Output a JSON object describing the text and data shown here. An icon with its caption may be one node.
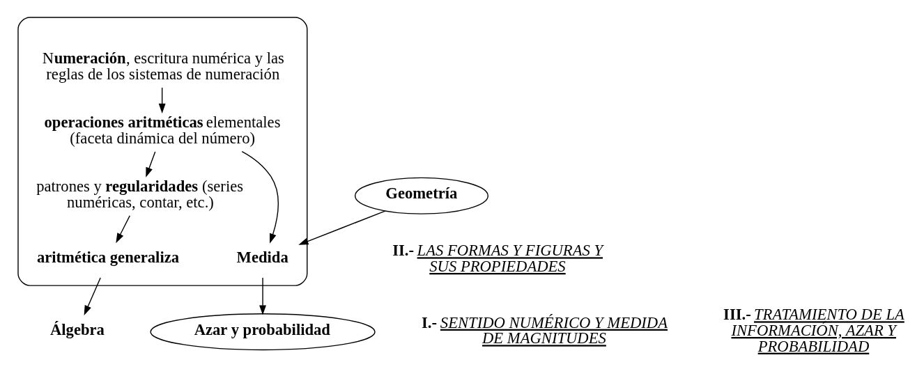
{
  "diagram": {
    "nodes": [
      {
        "text": [],
        "shape": "box"
      },
      {
        "text": [
          "N**umeración**, escritura numérica y las reglas de los sistemas de numeración"
        ],
        "in": 0
      },
      {
        "text": [
          "**operaciones aritméticas** elementales (faceta dinámica del número)"
        ],
        "in": 0
      },
      {
        "text": [
          "patrones y **regularidades** (series numéricas, contar, etc.)"
        ],
        "in": 0
      },
      {
        "text": [
          "aritmética generaliza"
        ],
        "in": 0
      },
      {
        "text": [
          "Medida"
        ],
        "in": 0
      },
      {
        "text": [
          "Geometría"
        ]
      },
      {
        "text": [
          "Álgebra"
        ]
      },
      {
        "text": [
          "Azar y probabilidad"
        ]
      }
    ],
    "edges": [
      {
        "from": 1,
        "to": 2,
        "arrow": "to"
      },
      {
        "from": 2,
        "to": 3,
        "arrow": "to"
      },
      {
        "from": 3,
        "to": 4,
        "arrow": "to"
      },
      {
        "from": 2,
        "to": 5,
        "arrow": "to"
      },
      {
        "from": 6,
        "to": 5,
        "arrow": "to"
      },
      {
        "from": 4,
        "to": 7,
        "arrow": "to"
      },
      {
        "from": 5,
        "to": 8,
        "arrow": "to"
      }
    ],
    "labels": [
      "II.- *LAS FORMAS Y FIGURAS Y SUS PROPIEDADES*",
      "I.- *SENTIDO NUMÉRICO Y MEDIDA DE MAGNITUDES*",
      "III.- *TRATAMIENTO DE LA INFORMACIÓN, AZAR Y PROBABILIDAD*"
    ]
  }
}
